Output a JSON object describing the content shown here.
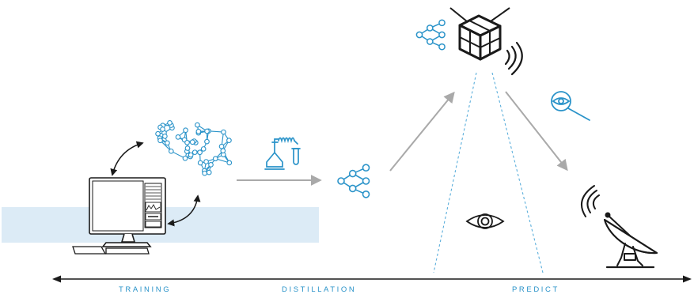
{
  "phases": {
    "training": "TRAINING",
    "distillation": "DISTILLATION",
    "predict": "PREDICT"
  },
  "colors": {
    "accent_blue": "#2a93c9",
    "band": "#dcebf6",
    "arrow_gray": "#a9a9a9",
    "ink": "#1a1a1a"
  },
  "icons": [
    "workstation-monitor-icon",
    "large-neural-network-icon",
    "laboratory-distillation-icon",
    "small-neural-network-icon",
    "satellite-icon",
    "eye-icon",
    "magnifier-eye-icon",
    "satellite-dish-icon"
  ]
}
